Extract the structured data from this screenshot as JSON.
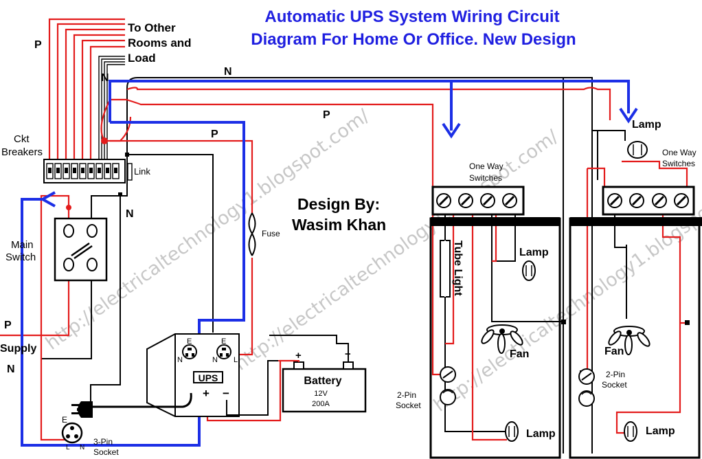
{
  "title": {
    "line1": "Automatic UPS System Wiring Circuit",
    "line2": "Diagram For Home Or Office. New Design"
  },
  "author": {
    "line1": "Design By:",
    "line2": "Wasim Khan"
  },
  "watermark": "http://electricaltechnology1.blogspot.com/",
  "labels": {
    "to_other1": "To Other",
    "to_other2": "Rooms and",
    "to_other3": "Load",
    "p_top": "P",
    "n_top": "N",
    "n_bus": "N",
    "p_bus": "P",
    "p_mid": "P",
    "ckt1": "Ckt",
    "ckt2": "Breakers",
    "link": "Link",
    "n_left": "N",
    "main1": "Main",
    "main2": "Switch",
    "fuse": "Fuse",
    "supply_p": "P",
    "supply": "Supply",
    "supply_n": "N",
    "ups": "UPS",
    "ups_e1": "E",
    "ups_n1": "N",
    "ups_e2": "E",
    "ups_n2": "N",
    "ups_l": "L",
    "plus": "+",
    "minus": "−",
    "batt_plus": "+",
    "batt_minus": "−",
    "battery": "Battery",
    "batt_v": "12V",
    "batt_ah": "200A",
    "pin3_a": "3-Pin",
    "pin3_b": "Socket",
    "plug_e": "E",
    "sock3_l": "L",
    "sock3_n": "N",
    "room1_sw1": "One Way",
    "room1_sw2": "Switches",
    "room1_tube": "Tube Light",
    "room1_lamp": "Lamp",
    "room1_fan": "Fan",
    "room1_sock1": "2-Pin",
    "room1_sock2": "Socket",
    "room1_lamp2": "Lamp",
    "room2_lamp": "Lamp",
    "room2_sw1": "One Way",
    "room2_sw2": "Switches",
    "room2_fan": "Fan",
    "room2_sock1": "2-Pin",
    "room2_sock2": "Socket",
    "room2_lamp2": "Lamp"
  },
  "colors": {
    "phase": "#e31b1b",
    "neutral": "#000000",
    "ups_out": "#1c2fe6",
    "title": "#1f1fe0"
  }
}
